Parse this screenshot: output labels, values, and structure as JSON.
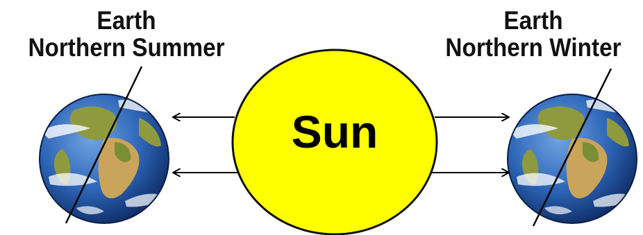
{
  "left_label": {
    "line1": "Earth",
    "line2": "Northern Summer"
  },
  "right_label": {
    "line1": "Earth",
    "line2": "Northern Winter"
  },
  "sun": {
    "label": "Sun",
    "color": "#ffff00",
    "outline": "#111111"
  },
  "colors": {
    "ocean": "#2e66b8",
    "land": "#8f9a3e",
    "desert": "#c9a45a",
    "cloud": "#f2f6fb",
    "axis": "#000000",
    "arrow": "#000000"
  },
  "icons": {
    "left_earth": "earth-globe-icon",
    "right_earth": "earth-globe-icon",
    "sun": "sun-disc-icon"
  }
}
